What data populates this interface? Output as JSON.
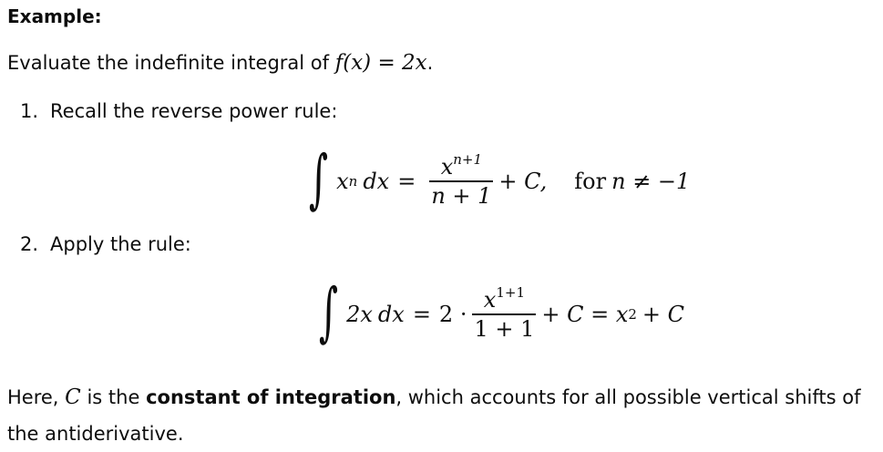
{
  "heading": "Example:",
  "intro": {
    "text": "Evaluate the indefinite integral of",
    "function": "f(x) = 2x",
    "end": "."
  },
  "steps": [
    {
      "number": "1.",
      "label": "Recall the reverse power rule:",
      "equation": {
        "integral": "∫",
        "integrand": "x",
        "integrand_exp": "n",
        "differential": "dx",
        "equals": "=",
        "numerator": "x",
        "numerator_exp": "n+1",
        "denominator": "n + 1",
        "tail": "+ C,",
        "condition_word": "for",
        "condition": "n ≠ −1"
      }
    },
    {
      "number": "2.",
      "label": "Apply the rule:",
      "equation": {
        "integral": "∫",
        "integrand": "2x",
        "differential": "dx",
        "equals": "=",
        "coefficient": "2 ·",
        "numerator": "x",
        "numerator_exp": "1+1",
        "denominator": "1 + 1",
        "tail": "+ C = x",
        "tail_exp": "2",
        "tail_end": "+ C"
      }
    }
  ],
  "closing": {
    "before": "Here,",
    "symbol": "C",
    "mid": "is the",
    "bold": "constant of integration",
    "after": ", which accounts for all possible vertical shifts of the antiderivative."
  }
}
